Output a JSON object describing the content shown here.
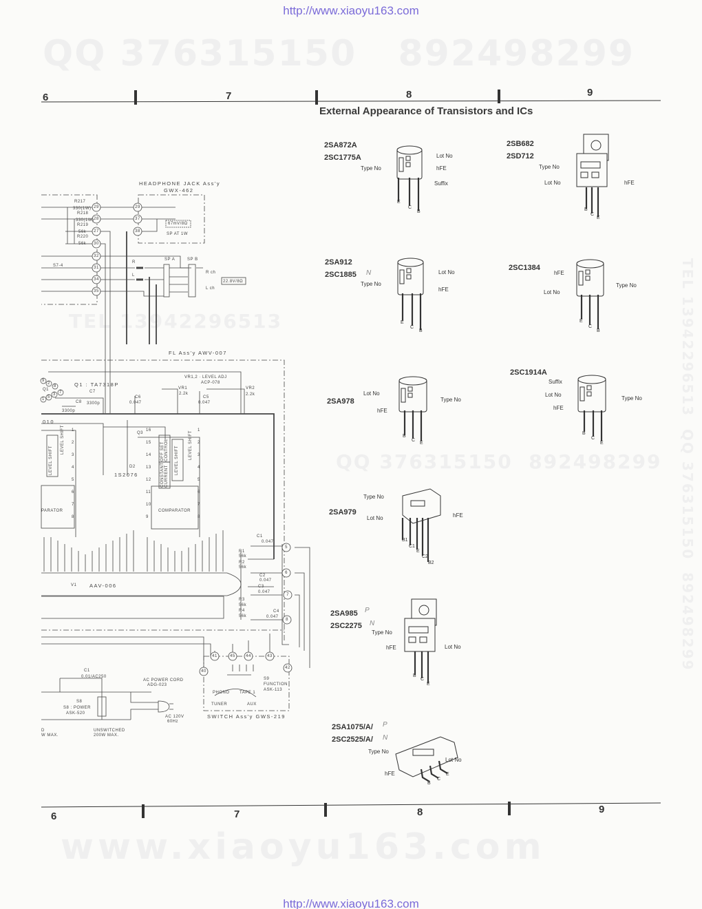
{
  "header_url": "http://www.xiaoyu163.com",
  "footer_url": "http://www.xiaoyu163.com",
  "watermarks": {
    "top": "QQ 376315150   892498299",
    "mid_left": "TEL 13942296513",
    "mid_right": "QQ 376315150  892498299",
    "side": "TEL 13942296513  QQ 376315150  892498299",
    "bottom": "www.xiaoyu163.com"
  },
  "columns_top": [
    "6",
    "7",
    "8",
    "9"
  ],
  "columns_bottom": [
    "6",
    "7",
    "8",
    "9"
  ],
  "section_title": "External Appearance of Transistors and ICs",
  "transistors": [
    {
      "parts": [
        "2SA872A",
        "2SC1775A"
      ],
      "marks": [],
      "labels": [
        "Type No",
        "Lot No",
        "hFE",
        "Suffix"
      ],
      "pins": [
        "E",
        "C",
        "B"
      ]
    },
    {
      "parts": [
        "2SB682",
        "2SD712"
      ],
      "marks": [],
      "labels": [
        "Type No",
        "Lot No",
        "hFE"
      ],
      "pins": [
        "B",
        "C",
        "E"
      ]
    },
    {
      "parts": [
        "2SA912",
        "2SC1885"
      ],
      "marks": [
        "N"
      ],
      "labels": [
        "Lot No",
        "Type No",
        "hFE"
      ],
      "pins": [
        "E",
        "C",
        "B"
      ]
    },
    {
      "parts": [
        "2SC1384"
      ],
      "marks": [],
      "labels": [
        "hFE",
        "Type No",
        "Lot No"
      ],
      "pins": [
        "E",
        "C",
        "B"
      ]
    },
    {
      "parts": [
        "2SA978"
      ],
      "marks": [],
      "labels": [
        "Lot No",
        "Type No",
        "hFE"
      ],
      "pins": [
        "B",
        "C",
        "E"
      ]
    },
    {
      "parts": [
        "2SC1914A"
      ],
      "marks": [],
      "labels": [
        "Suffix",
        "Lot No",
        "Type No",
        "hFE"
      ],
      "pins": [
        "B",
        "C",
        "E"
      ]
    },
    {
      "parts": [
        "2SA979"
      ],
      "marks": [],
      "labels": [
        "Type No",
        "Lot No",
        "hFE"
      ],
      "pins": [
        "B1",
        "C1",
        "E",
        "C2",
        "B2"
      ]
    },
    {
      "parts": [
        "2SA985",
        "2SC2275"
      ],
      "marks": [
        "P",
        "N"
      ],
      "labels": [
        "Type No",
        "hFE",
        "Lot No"
      ],
      "pins": [
        "B",
        "C",
        "E"
      ]
    },
    {
      "parts": [
        "2SA1075/A/",
        "2SC2525/A/"
      ],
      "marks": [
        "P",
        "N"
      ],
      "labels": [
        "Type No",
        "Lot No",
        "hFE"
      ],
      "pins": [
        "B",
        "C",
        "E"
      ]
    }
  ],
  "schematic": {
    "labels": [
      "HEADPHONE JACK Ass'y",
      "GWX-462",
      "R217",
      "330(1W)",
      "R218",
      "330(1W)",
      "R219",
      "56k",
      "R220",
      "56k",
      "67mV/8Ω",
      "SP AT 1W",
      "S7-4",
      "R",
      "L",
      "SP A",
      "SP B",
      "R ch",
      "L ch",
      "22.8V/8Ω",
      "FL Ass'y   AWV-007",
      "Q1 : TA7318P",
      "Q1",
      "C7",
      "3300p",
      "C8",
      "3300p",
      "C6",
      "0.047",
      "VR1,2 · LEVEL ADJ",
      "ACP-078",
      "VR1",
      "2.2k",
      "C5",
      "0.047",
      "VR2",
      "2.2k",
      "010",
      "Q3",
      "OFF SET CONTROL",
      "CONSTANT CURRENT",
      "LEVEL SHIFT",
      "LEVEL SHIFT",
      "LEVEL SHIFT",
      "LEVEL SHIFT",
      "D2",
      "1S2076",
      "PARATOR",
      "COMPARATOR",
      "V1",
      "AAV-006",
      "C1",
      "0.047",
      "R1",
      "56k",
      "R2",
      "56k",
      "C2",
      "0.047",
      "C3",
      "0.047",
      "R3",
      "56k",
      "R4",
      "56k",
      "C4",
      "0.047",
      "S9",
      "FUNCTION",
      "ASK-113",
      "PHONO",
      "TAPE 1",
      "TUNER",
      "AUX",
      "SWITCH Ass'y   GWS-219",
      "C1",
      "0.01/AC250",
      "S8",
      "S8 : POWER",
      "ASK-520",
      "AC POWER CORD",
      "ADG-023",
      "AC 120V",
      "60Hz",
      "UNSWITCHED",
      "200W  MAX.",
      "D",
      "W  MAX."
    ],
    "connectors": [
      "29",
      "28",
      "27",
      "30",
      "32",
      "31",
      "34",
      "35",
      "29",
      "37",
      "38",
      "5",
      "6",
      "7",
      "8",
      "41",
      "45",
      "44",
      "43",
      "40",
      "42"
    ],
    "q1_pins": [
      "9",
      "2",
      "8",
      "1",
      "5",
      "3",
      "7"
    ],
    "ic_pins_left": [
      "1",
      "2",
      "3",
      "4",
      "5",
      "6",
      "7",
      "8"
    ],
    "ic_pins_center": [
      "16",
      "15",
      "14",
      "13",
      "12",
      "11",
      "10",
      "9"
    ],
    "ic_pins_right": [
      "1",
      "2",
      "3",
      "4",
      "5",
      "6",
      "7",
      "8"
    ]
  }
}
